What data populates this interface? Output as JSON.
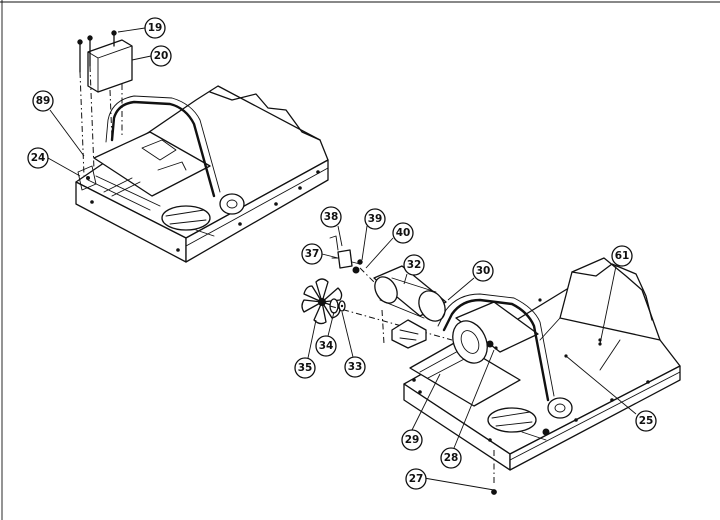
{
  "callouts": {
    "c19": "19",
    "c20": "20",
    "c89": "89",
    "c24": "24",
    "c38": "38",
    "c39": "39",
    "c40": "40",
    "c37": "37",
    "c32": "32",
    "c30": "30",
    "c61": "61",
    "c35": "35",
    "c34": "34",
    "c33": "33",
    "c25": "25",
    "c29": "29",
    "c28": "28",
    "c27": "27"
  }
}
